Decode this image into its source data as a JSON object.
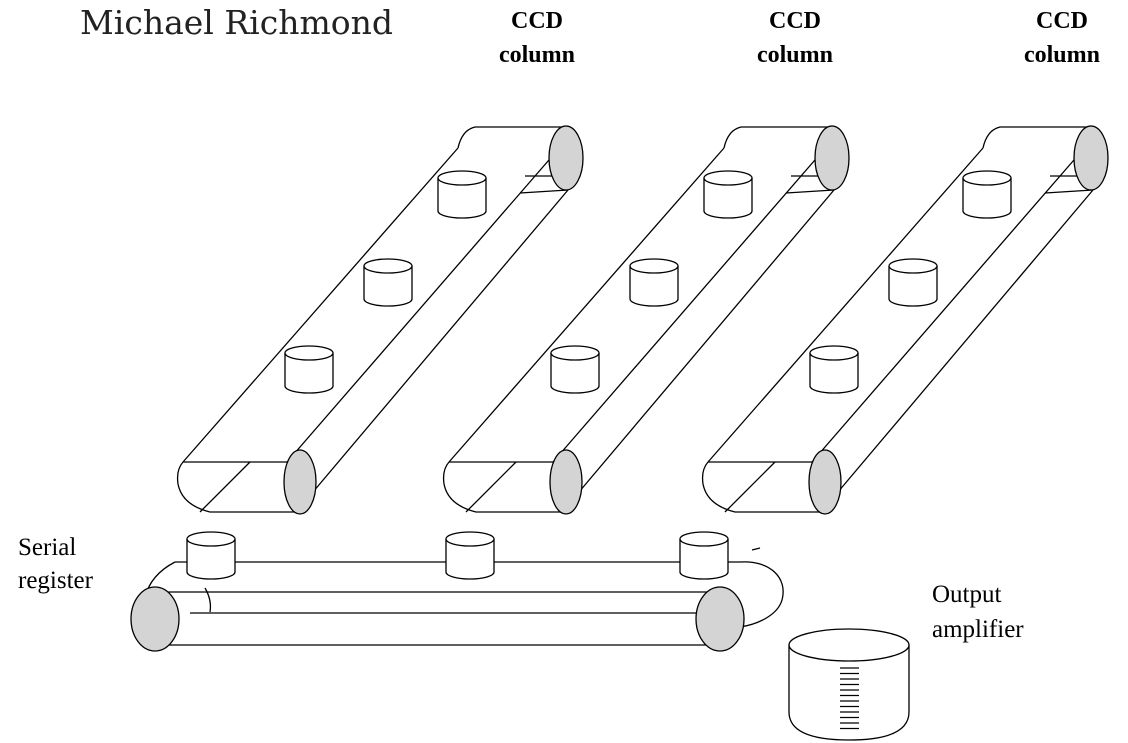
{
  "author": "Michael Richmond",
  "columns": [
    {
      "label_line1": "CCD",
      "label_line2": "column"
    },
    {
      "label_line1": "CCD",
      "label_line2": "column"
    },
    {
      "label_line1": "CCD",
      "label_line2": "column"
    }
  ],
  "serial_register": {
    "line1": "Serial",
    "line2": "register"
  },
  "output_amplifier": {
    "line1": "Output",
    "line2": "amplifier"
  },
  "colors": {
    "roller_face": "#d4d4d4",
    "line": "#000000",
    "background": "#ffffff"
  }
}
